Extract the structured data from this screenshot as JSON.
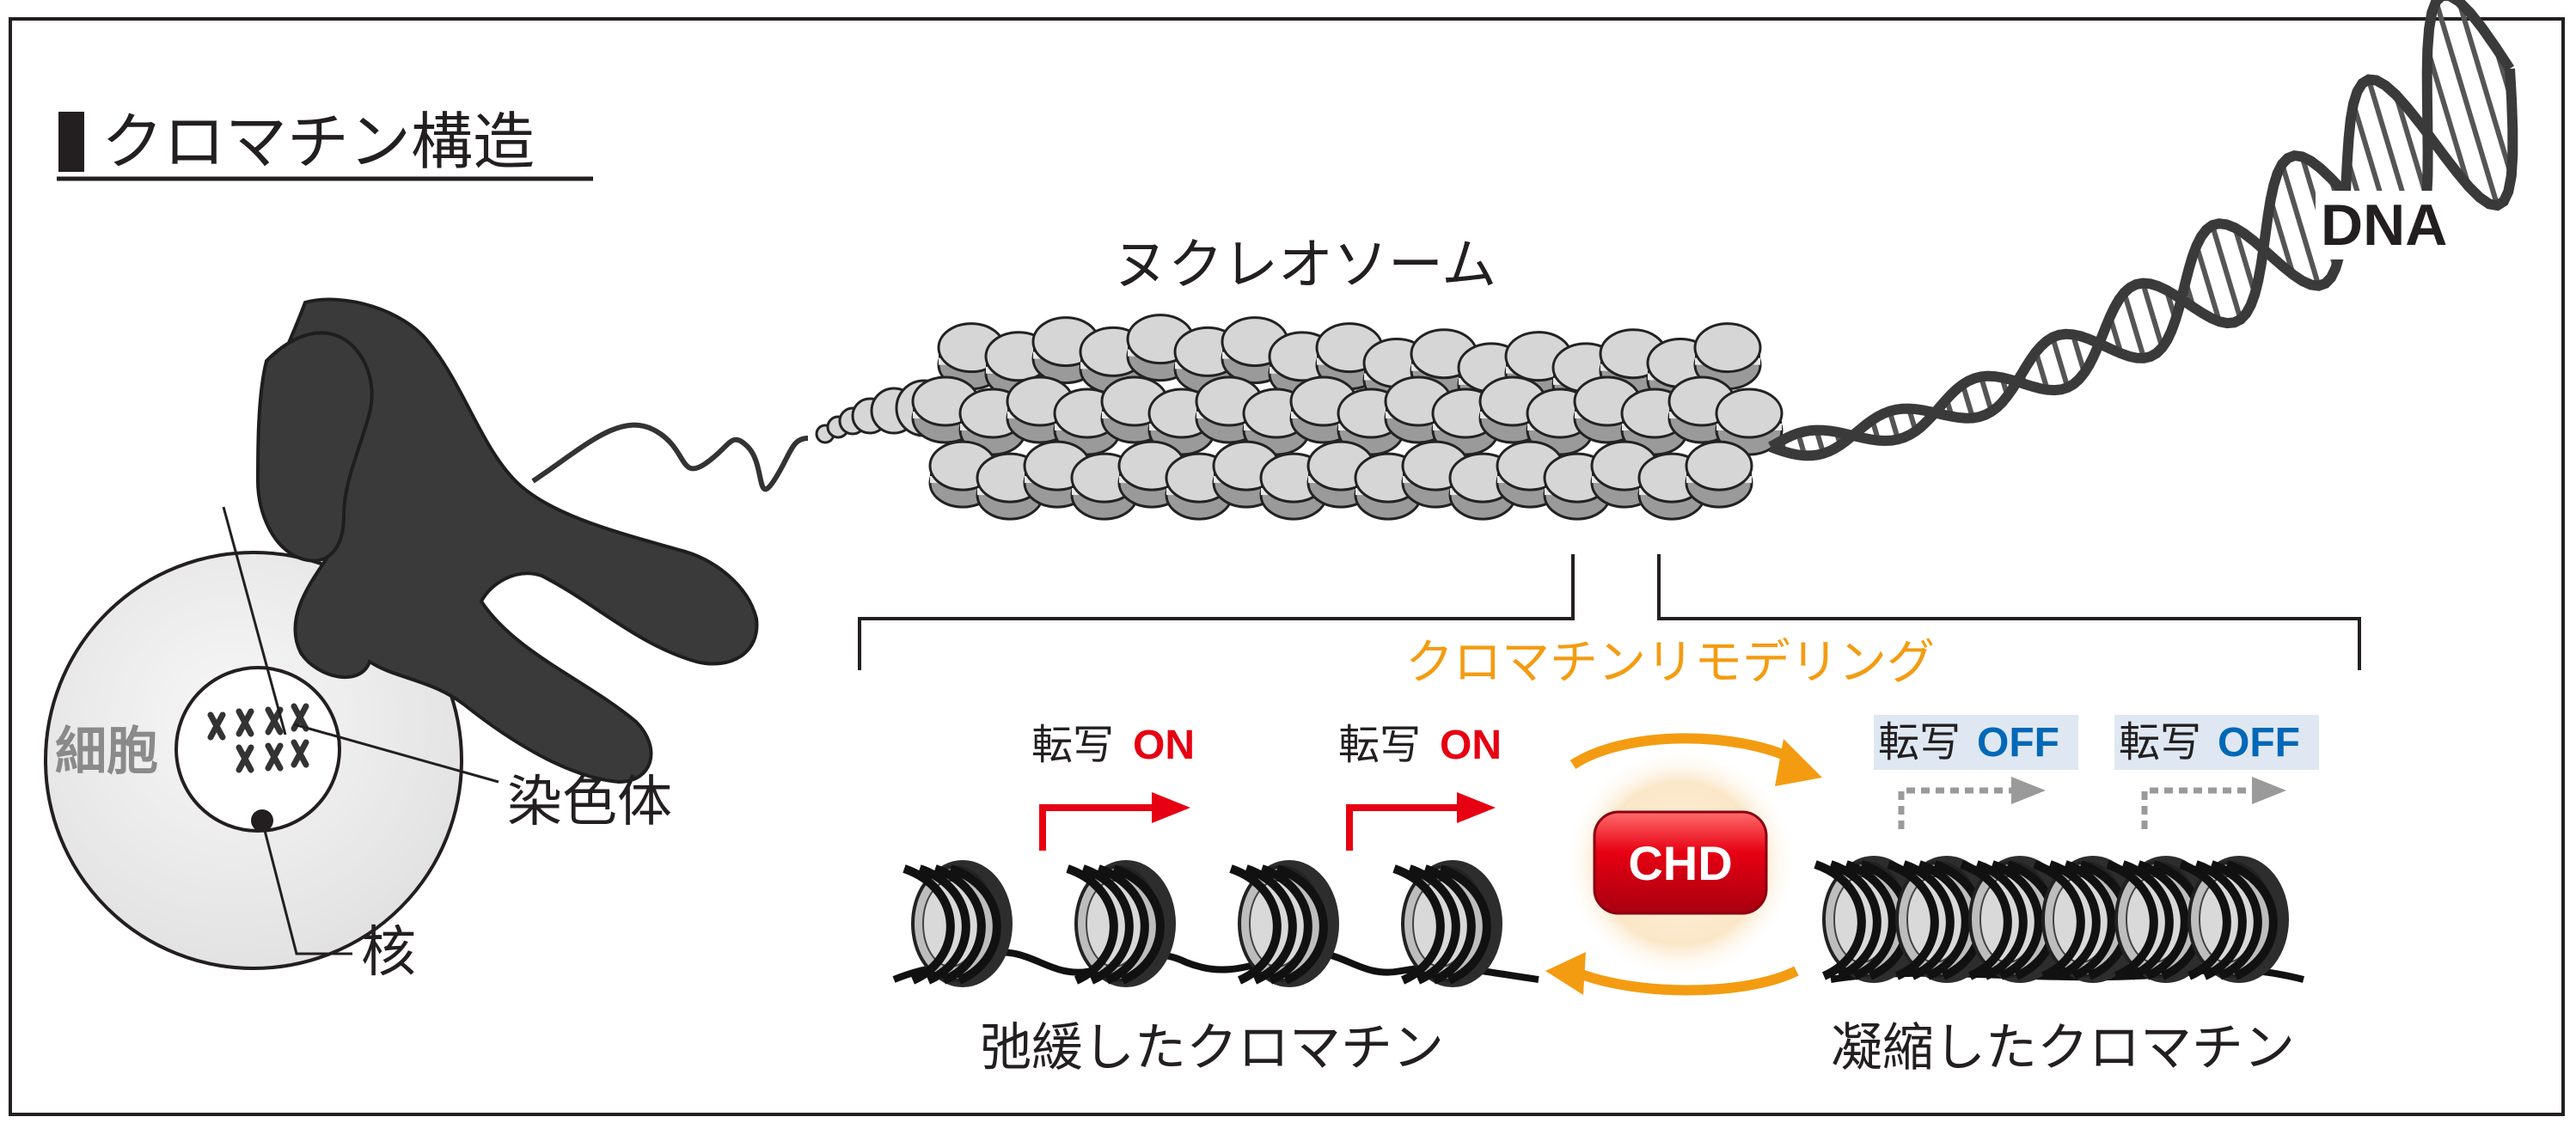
{
  "title": "クロマチン構造",
  "labels": {
    "nucleosome": "ヌクレオソーム",
    "dna": "DNA",
    "cell": "細胞",
    "chromosome": "染色体",
    "nucleus": "核",
    "remodeling": "クロマチンリモデリング",
    "chd": "CHD",
    "relaxed": "弛緩したクロマチン",
    "condensed": "凝縮したクロマチン"
  },
  "transcription": {
    "word": "転写",
    "on": "ON",
    "off": "OFF"
  },
  "colors": {
    "frame": "#231f20",
    "dark_gray": "#3a3a3a",
    "light_gray": "#d4d4d4",
    "orange": "#f39c12",
    "red": "#e60012",
    "blue": "#0068b7",
    "off_bg": "#dfe8f2",
    "cell_fill": "#f1f1f1",
    "chd_glow": "#fbe7c8"
  }
}
